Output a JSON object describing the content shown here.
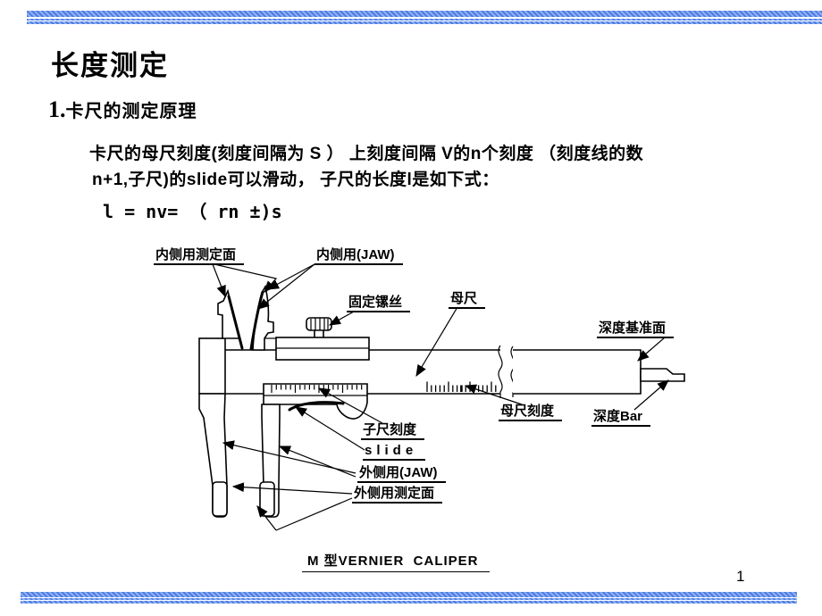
{
  "slide": {
    "title": "长度测定",
    "heading": {
      "number": "1.",
      "text": "卡尺的测定原理"
    },
    "body": {
      "line1": "卡尺的母尺刻度(刻度间隔为 S ） 上刻度间隔 V的n个刻度 （刻度线的数",
      "line2": "n+1,子尺)的slide可以滑动， 子尺的长度l是如下式：",
      "formula": "l = nv= （ rn ±)s"
    },
    "page_number": "1",
    "accent_color": "#4e7de2"
  },
  "diagram": {
    "caption": "M 型VERNIER  CALIPER",
    "labels": {
      "inner_measuring_face": "内侧用测定面",
      "inner_jaw": "内侧用(JAW)",
      "locking_screw": "固定镙丝",
      "main_scale": "母尺",
      "depth_reference_face": "深度基准面",
      "main_scale_graduations": "母尺刻度",
      "depth_bar": "深度Bar",
      "vernier_graduations": "子尺刻度",
      "slide": "slide",
      "outer_jaw": "外侧用(JAW)",
      "outer_measuring_face": "外侧用测定面"
    }
  }
}
